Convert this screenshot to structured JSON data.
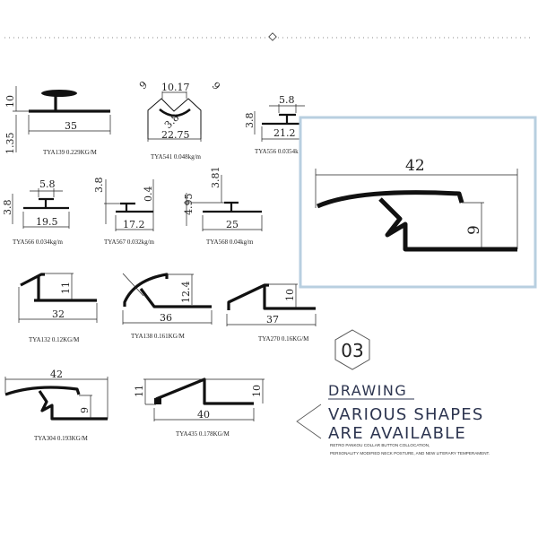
{
  "profiles": [
    {
      "code": "TYA139 0.229KG/M",
      "dims": [
        "10",
        "1.35",
        "35"
      ]
    },
    {
      "code": "TYA541 0.048kg/m",
      "dims": [
        "10.17",
        "9",
        "9",
        "3.8",
        "22.75"
      ]
    },
    {
      "code": "TYA556 0.0354k",
      "dims": [
        "5.8",
        "3.8",
        "21.2"
      ]
    },
    {
      "code": "TYA566 0.034kg/m",
      "dims": [
        "5.8",
        "3.8",
        "19.5"
      ]
    },
    {
      "code": "TYA567 0.032kg/m",
      "dims": [
        "3.8",
        "0.4",
        "17.2"
      ]
    },
    {
      "code": "TYA568 0.04kg/m",
      "dims": [
        "3.81",
        "4.95",
        "25"
      ]
    },
    {
      "code": "TYA132 0.12KG/M",
      "dims": [
        "11",
        "32"
      ]
    },
    {
      "code": "TYA138 0.161KG/M",
      "dims": [
        "12.4",
        "36"
      ]
    },
    {
      "code": "TYA270 0.16KG/M",
      "dims": [
        "10",
        "37"
      ]
    },
    {
      "code": "TYA304 0.193KG/M",
      "dims": [
        "42",
        "9"
      ]
    },
    {
      "code": "TYA435 0.178KG/M",
      "dims": [
        "11",
        "10",
        "40"
      ]
    }
  ],
  "detail": {
    "dims": [
      "42",
      "9"
    ]
  },
  "section": {
    "number": "03",
    "title": "DRAWING",
    "headline1": "VARIOUS SHAPES",
    "headline2": "ARE AVAILABLE",
    "sub1": "RETRO PANKOU COLLAR BUTTON COLLOCATION,",
    "sub2": "PERSONALITY MODIFIED NECK POSTURE, AND NEW LITERARY TEMPERAMENT."
  },
  "colors": {
    "accent": "#2d3550",
    "detail_border": "#b8cfe0"
  }
}
